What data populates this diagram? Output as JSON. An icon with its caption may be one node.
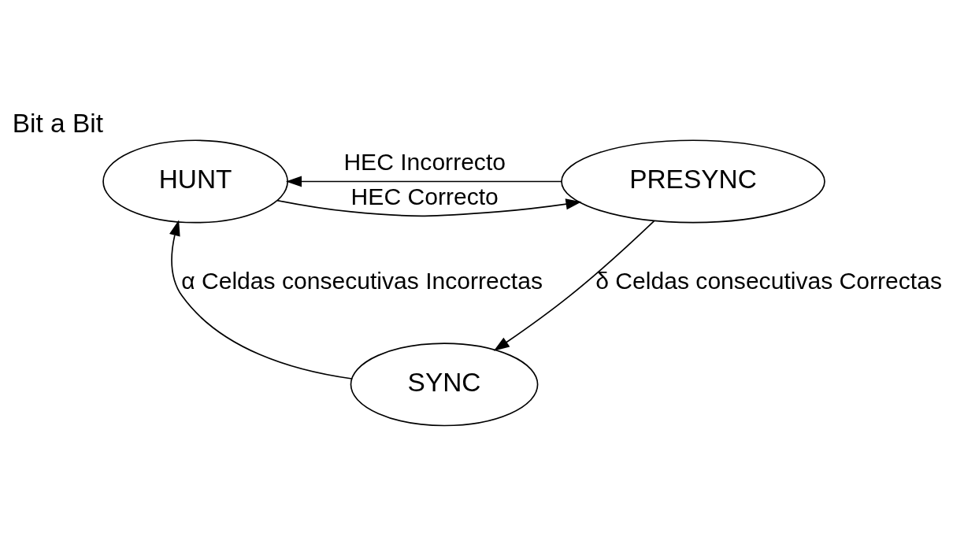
{
  "diagram": {
    "nodes": [
      {
        "text": [
          "HUNT"
        ],
        "beside": [
          "Bit a Bit"
        ]
      },
      {
        "text": [
          "PRESYNC"
        ]
      },
      {
        "text": [
          "SYNC"
        ]
      }
    ],
    "edges": [
      {
        "from": 0,
        "to": 1,
        "arrow": "to",
        "label": "HEC Correcto"
      },
      {
        "from": 1,
        "to": 0,
        "arrow": "to",
        "label": "HEC Incorrecto"
      },
      {
        "from": 1,
        "to": 2,
        "arrow": "to",
        "label": "δ Celdas consecutivas Correctas"
      },
      {
        "from": 2,
        "to": 0,
        "arrow": "to",
        "label": "α Celdas consecutivas Incorrectas"
      }
    ]
  }
}
